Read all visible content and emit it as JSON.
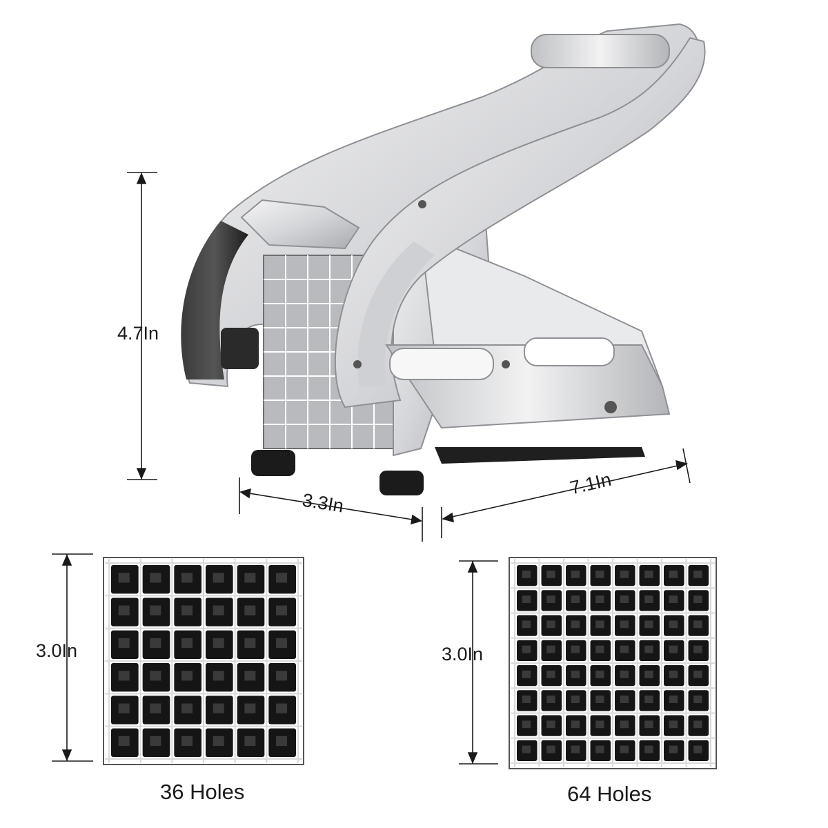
{
  "product": {
    "dimensions": {
      "height": "4.7In",
      "width": "3.3In",
      "length": "7.1In"
    },
    "blades": [
      {
        "size": "3.0In",
        "caption": "36 Holes",
        "grid": 6
      },
      {
        "size": "3.0In",
        "caption": "64 Holes",
        "grid": 8
      }
    ]
  },
  "colors": {
    "metal_light": "#e6e7e9",
    "metal_dark": "#a9abaf",
    "rubber": "#1e1e1e",
    "line": "#222222"
  }
}
